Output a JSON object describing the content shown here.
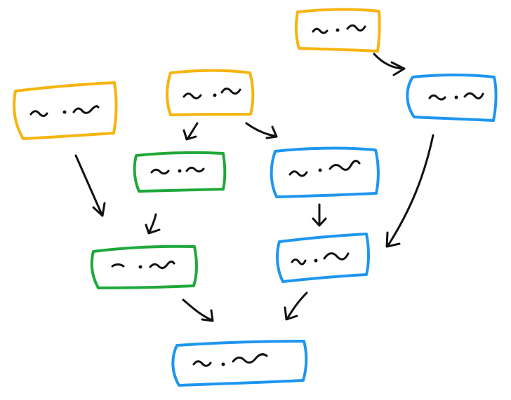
{
  "colors": {
    "yellow": "#f6b40e",
    "green": "#1fa83a",
    "blue": "#1e96ef",
    "ink": "#111111",
    "background": "#ffffff"
  },
  "nodes": [
    {
      "id": "node-top-right",
      "color": "yellow",
      "content": "squiggle-dot-squiggle"
    },
    {
      "id": "node-right",
      "color": "blue",
      "content": "squiggle-dot-squiggle"
    },
    {
      "id": "node-left",
      "color": "yellow",
      "content": "squiggle-dot-squiggle"
    },
    {
      "id": "node-center-top",
      "color": "yellow",
      "content": "squiggle-dot-squiggle"
    },
    {
      "id": "node-center-green",
      "color": "green",
      "content": "squiggle-dot-squiggle"
    },
    {
      "id": "node-center-blue",
      "color": "blue",
      "content": "squiggle-dot-squiggle"
    },
    {
      "id": "node-lower-green",
      "color": "green",
      "content": "squiggle-dot-squiggle"
    },
    {
      "id": "node-lower-blue",
      "color": "blue",
      "content": "squiggle-dot-squiggle"
    },
    {
      "id": "node-bottom",
      "color": "blue",
      "content": "squiggle-dot-squiggle"
    }
  ],
  "edges": [
    {
      "from": "node-top-right",
      "to": "node-right"
    },
    {
      "from": "node-center-top",
      "to": "node-center-green"
    },
    {
      "from": "node-center-top",
      "to": "node-center-blue"
    },
    {
      "from": "node-left",
      "to": "node-lower-green"
    },
    {
      "from": "node-center-green",
      "to": "node-lower-green"
    },
    {
      "from": "node-center-blue",
      "to": "node-lower-blue"
    },
    {
      "from": "node-right",
      "to": "node-lower-blue"
    },
    {
      "from": "node-lower-green",
      "to": "node-bottom"
    },
    {
      "from": "node-lower-blue",
      "to": "node-bottom"
    }
  ]
}
